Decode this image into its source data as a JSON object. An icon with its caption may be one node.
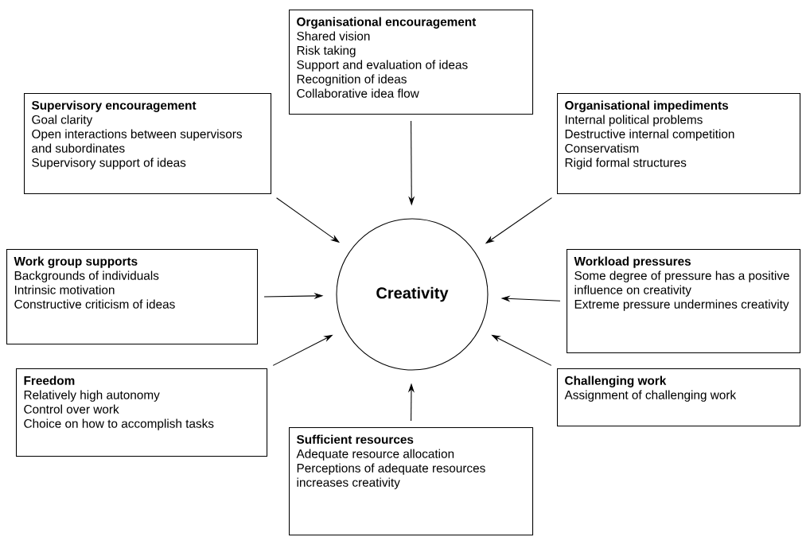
{
  "diagram": {
    "nodes": [
      {
        "text": [
          "Organisational encouragement",
          "Shared vision",
          "Risk taking",
          "Support and evaluation of ideas",
          "Recognition of ideas",
          "Collaborative idea flow"
        ]
      },
      {
        "text": [
          "Supervisory encouragement",
          "Goal clarity",
          "Open interactions between supervisors and subordinates",
          "Supervisory support of ideas"
        ]
      },
      {
        "text": [
          "Organisational impediments",
          "Internal political problems",
          "Destructive internal competition",
          "Conservatism",
          "Rigid formal structures"
        ]
      },
      {
        "text": [
          "Work group supports",
          "Backgrounds of individuals",
          "Intrinsic motivation",
          "Constructive criticism of ideas"
        ]
      },
      {
        "text": [
          "Creativity"
        ]
      },
      {
        "text": [
          "Workload pressures",
          "Some degree of pressure has a positive influence on creativity",
          "Extreme pressure undermines creativity"
        ]
      },
      {
        "text": [
          "Freedom",
          "Relatively high autonomy",
          "Control over work",
          "Choice on how to accomplish tasks"
        ]
      },
      {
        "text": [
          "Challenging work",
          "Assignment of challenging work"
        ]
      },
      {
        "text": [
          "Sufficient resources",
          "Adequate resource allocation",
          "Perceptions of adequate resources increases creativity"
        ]
      }
    ],
    "edges": [
      {
        "from": 0,
        "to": 4,
        "arrow": "to"
      },
      {
        "from": 1,
        "to": 4,
        "arrow": "to"
      },
      {
        "from": 2,
        "to": 4,
        "arrow": "to"
      },
      {
        "from": 3,
        "to": 4,
        "arrow": "to"
      },
      {
        "from": 5,
        "to": 4,
        "arrow": "to"
      },
      {
        "from": 6,
        "to": 4,
        "arrow": "to"
      },
      {
        "from": 7,
        "to": 4,
        "arrow": "to"
      },
      {
        "from": 8,
        "to": 4,
        "arrow": "to"
      }
    ]
  }
}
